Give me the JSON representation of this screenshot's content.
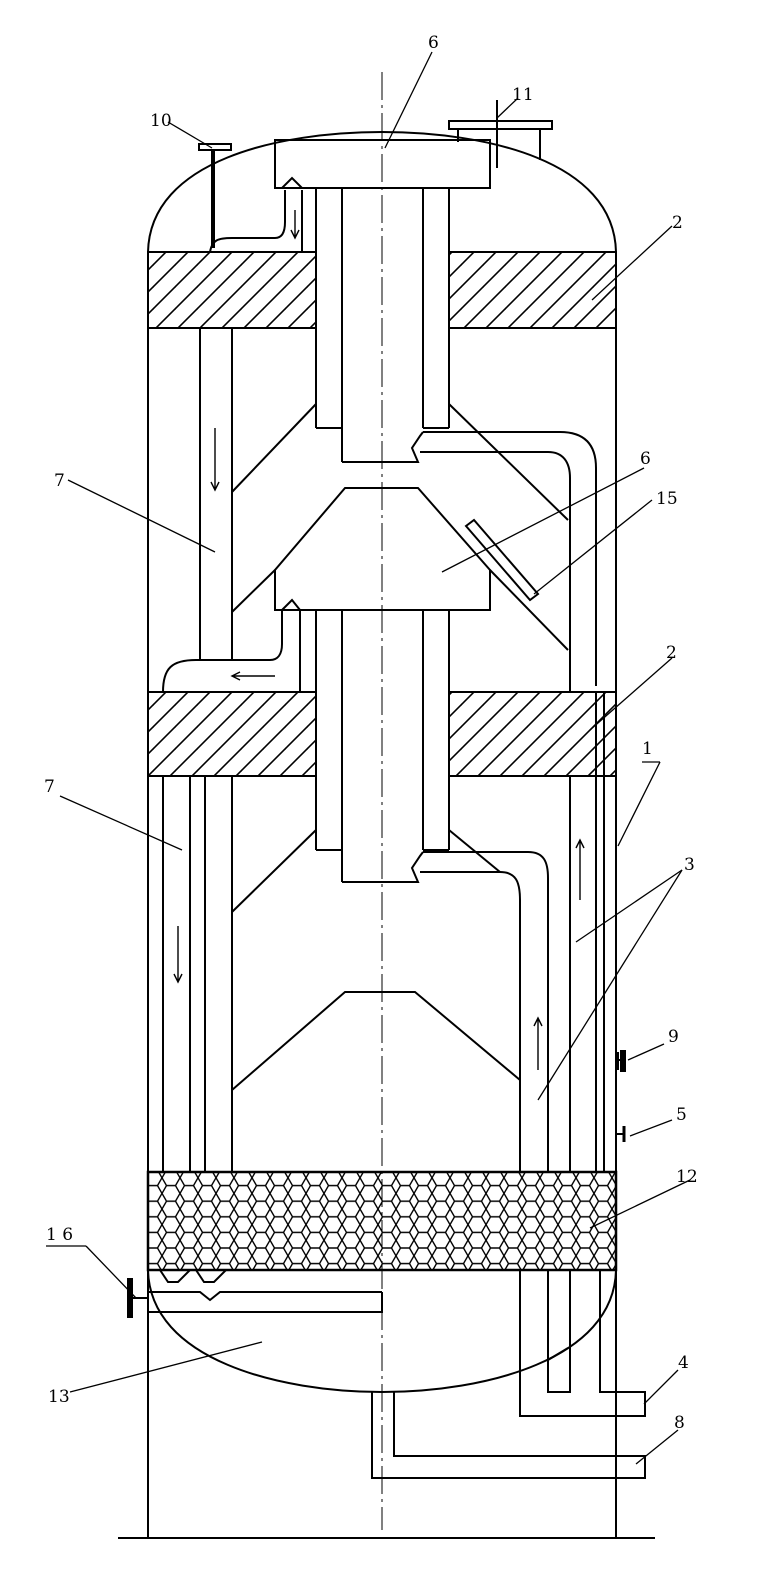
{
  "figure": {
    "callouts": [
      {
        "id": "c6a",
        "text": "6"
      },
      {
        "id": "c11",
        "text": "11"
      },
      {
        "id": "c10",
        "text": "10"
      },
      {
        "id": "c2a",
        "text": "2"
      },
      {
        "id": "c7a",
        "text": "7"
      },
      {
        "id": "c6b",
        "text": "6"
      },
      {
        "id": "c15",
        "text": "15"
      },
      {
        "id": "c2b",
        "text": "2"
      },
      {
        "id": "c1",
        "text": "1"
      },
      {
        "id": "c7b",
        "text": "7"
      },
      {
        "id": "c3",
        "text": "3"
      },
      {
        "id": "c9",
        "text": "9"
      },
      {
        "id": "c5",
        "text": "5"
      },
      {
        "id": "c12",
        "text": "12"
      },
      {
        "id": "c16",
        "text": "1 6"
      },
      {
        "id": "c13",
        "text": "13"
      },
      {
        "id": "c4",
        "text": "4"
      },
      {
        "id": "c8",
        "text": "8"
      }
    ]
  }
}
